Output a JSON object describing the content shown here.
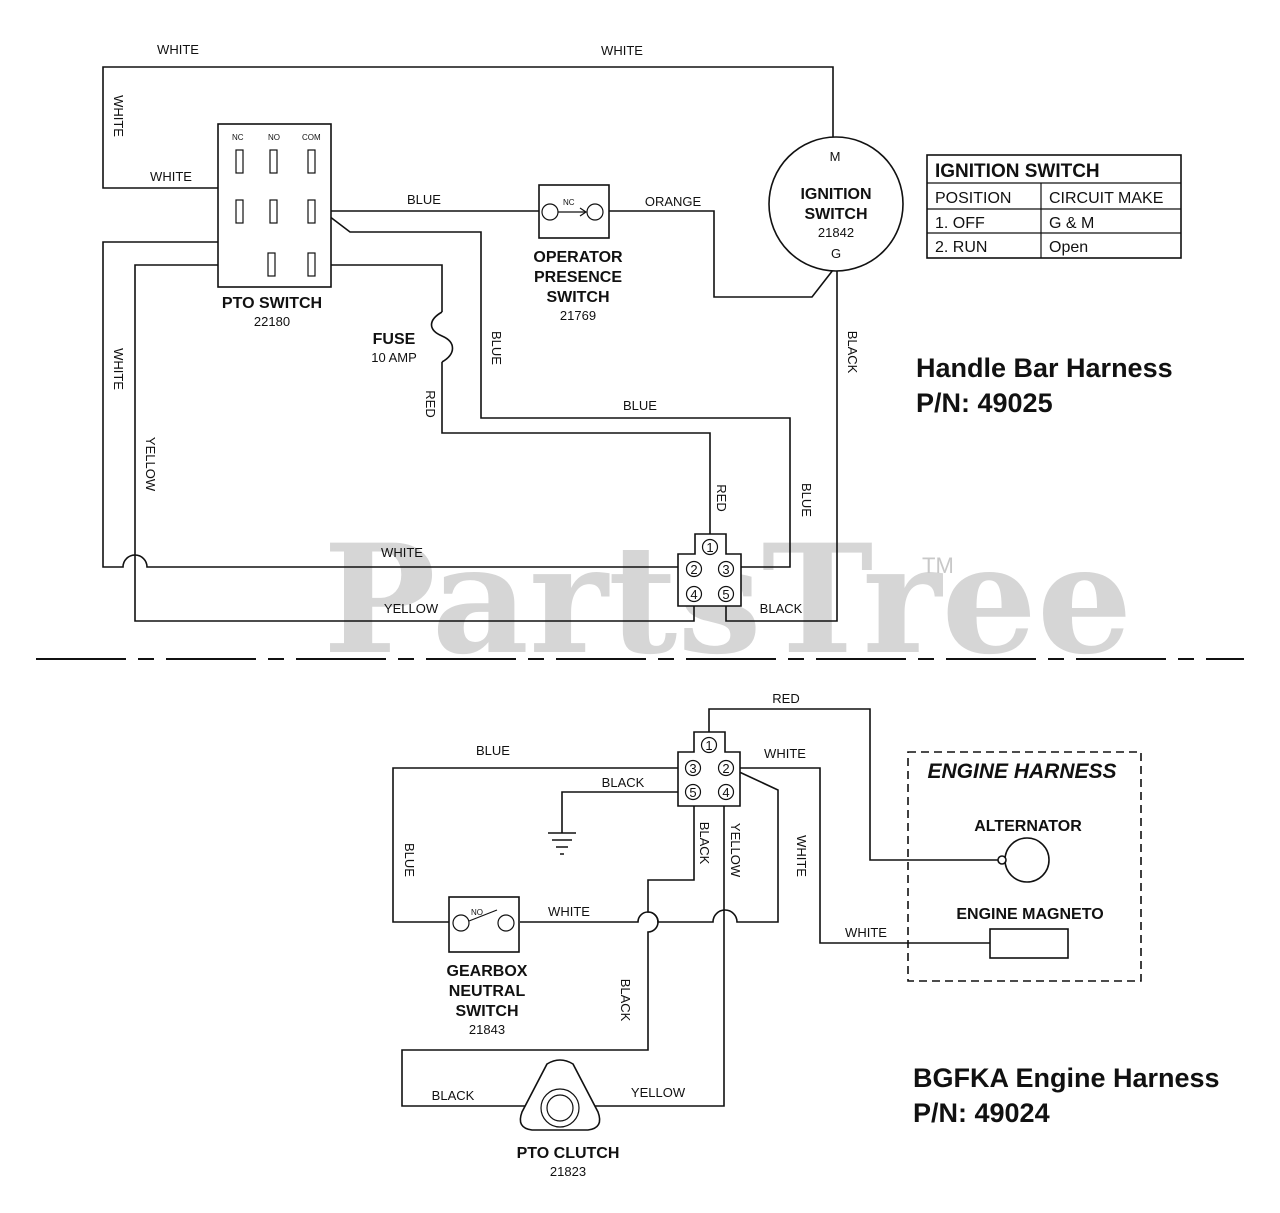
{
  "watermark": {
    "text": "PartsTree",
    "tm": "TM"
  },
  "upper": {
    "title_line1": "Handle Bar Harness",
    "title_line2": "P/N: 49025",
    "wire_labels": {
      "white_top_left": "WHITE",
      "white_top_right": "WHITE",
      "white_left_vertical": "WHITE",
      "white_to_pto": "WHITE",
      "white_lower_vertical": "WHITE",
      "yellow_vertical": "YELLOW",
      "blue_pto_to_ops": "BLUE",
      "orange": "ORANGE",
      "blue_vertical_center": "BLUE",
      "blue_horizontal": "BLUE",
      "blue_right_vertical": "BLUE",
      "red_vertical_fuse": "RED",
      "red_vertical_connector": "RED",
      "black_vertical": "BLACK",
      "white_bottom": "WHITE",
      "yellow_bottom": "YELLOW",
      "black_bottom": "BLACK"
    },
    "pto_switch": {
      "name": "PTO SWITCH",
      "part": "22180",
      "nc": "NC",
      "no": "NO",
      "com": "COM"
    },
    "fuse": {
      "name": "FUSE",
      "rating": "10 AMP"
    },
    "operator_presence_switch": {
      "line1": "OPERATOR",
      "line2": "PRESENCE",
      "line3": "SWITCH",
      "part": "21769",
      "nc": "NC"
    },
    "ignition_switch": {
      "line1": "IGNITION",
      "line2": "SWITCH",
      "part": "21842",
      "m": "M",
      "g": "G"
    },
    "connector_pins": [
      "1",
      "2",
      "3",
      "4",
      "5"
    ]
  },
  "ignition_table": {
    "title": "IGNITION SWITCH",
    "headers": [
      "POSITION",
      "CIRCUIT MAKE"
    ],
    "rows": [
      [
        "1. OFF",
        "G & M"
      ],
      [
        "2. RUN",
        "Open"
      ]
    ]
  },
  "lower": {
    "title_line1": "BGFKA Engine Harness",
    "title_line2": "P/N: 49024",
    "wire_labels": {
      "red_top": "RED",
      "blue_top": "BLUE",
      "white_top": "WHITE",
      "black_ground": "BLACK",
      "blue_vertical": "BLUE",
      "black_vertical_pin5": "BLACK",
      "yellow_vertical": "YELLOW",
      "white_vertical": "WHITE",
      "white_gearbox": "WHITE",
      "white_magneto": "WHITE",
      "black_mid_vertical": "BLACK",
      "black_clutch": "BLACK",
      "yellow_clutch": "YELLOW"
    },
    "engine_harness": {
      "title": "ENGINE HARNESS",
      "alternator": "ALTERNATOR",
      "magneto": "ENGINE MAGNETO"
    },
    "gearbox_switch": {
      "line1": "GEARBOX",
      "line2": "NEUTRAL",
      "line3": "SWITCH",
      "part": "21843",
      "no": "NO"
    },
    "pto_clutch": {
      "name": "PTO CLUTCH",
      "part": "21823"
    },
    "connector_pins": [
      "1",
      "2",
      "3",
      "4",
      "5"
    ]
  }
}
